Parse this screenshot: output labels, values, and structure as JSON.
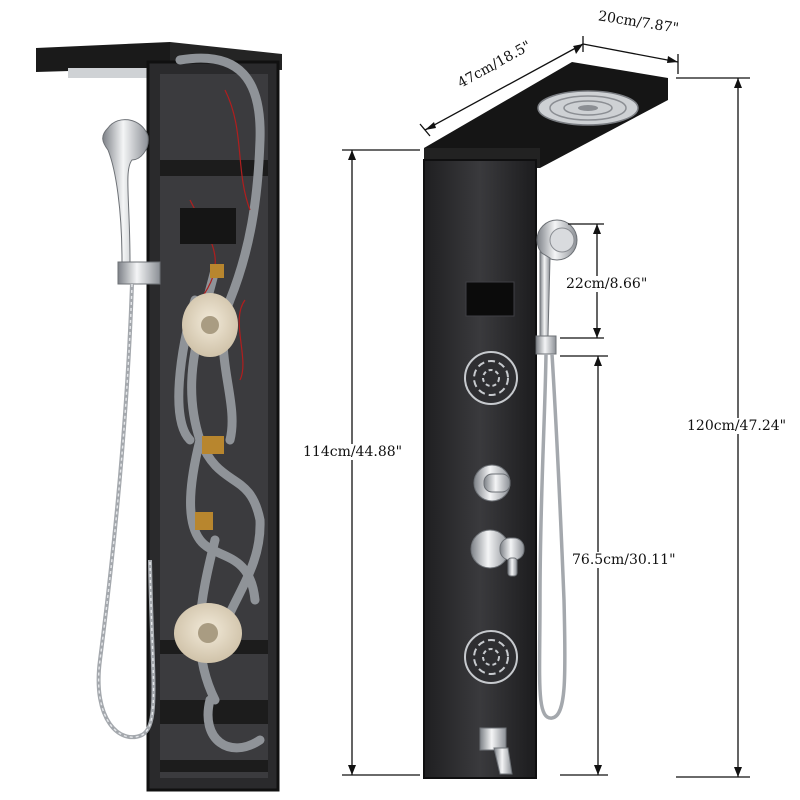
{
  "product": {
    "colors": {
      "panel_body": "#2b2b2d",
      "panel_edge": "#141414",
      "chrome": "#c9ccd0",
      "hose": "#9a9ea3",
      "valve": "#e8dcc8",
      "brass": "#b8862e"
    }
  },
  "dimensions": {
    "top_depth": "20cm/7.87\"",
    "top_width": "47cm/18.5\"",
    "total_height": "120cm/47.24\"",
    "panel_height": "114cm/44.88\"",
    "handshower_height": "22cm/8.66\"",
    "holder_height": "76.5cm/30.11\""
  }
}
